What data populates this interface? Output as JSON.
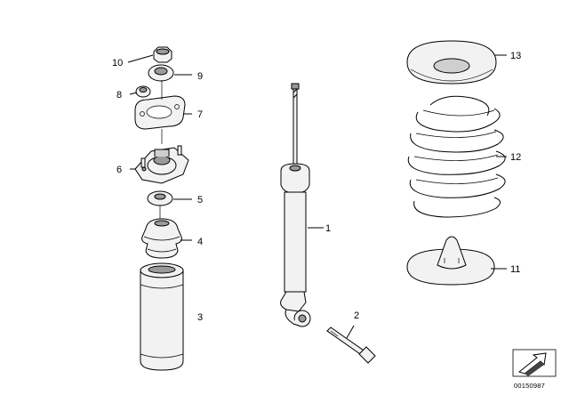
{
  "callouts": {
    "p1": "1",
    "p2": "2",
    "p3": "3",
    "p4": "4",
    "p5": "5",
    "p6": "6",
    "p7": "7",
    "p8": "8",
    "p9": "9",
    "p10": "10",
    "p11": "11",
    "p12": "12",
    "p13": "13"
  },
  "reference_id": "00150987",
  "colors": {
    "stroke": "#000000",
    "part_fill": "#f2f2f2",
    "shade": "#9a9a9a"
  }
}
